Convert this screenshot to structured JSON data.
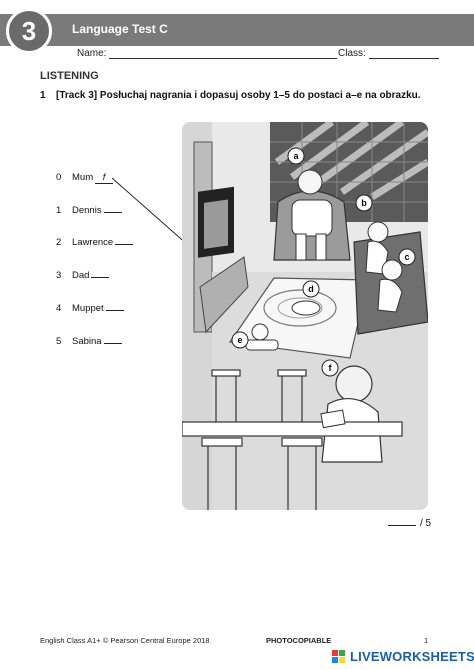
{
  "header": {
    "unit_number": "3",
    "title": "Language Test C"
  },
  "form": {
    "name_label": "Name:",
    "class_label": "Class:"
  },
  "section": {
    "heading": "LISTENING"
  },
  "task": {
    "number": "1",
    "instruction": "[Track 3] Posłuchaj nagrania i dopasuj osoby 1–5 do postaci a–e na obrazku."
  },
  "people": [
    {
      "num": "0",
      "name": "Mum",
      "answer": "f"
    },
    {
      "num": "1",
      "name": "Dennis",
      "answer": ""
    },
    {
      "num": "2",
      "name": "Lawrence",
      "answer": ""
    },
    {
      "num": "3",
      "name": "Dad",
      "answer": ""
    },
    {
      "num": "4",
      "name": "Muppet",
      "answer": ""
    },
    {
      "num": "5",
      "name": "Sabina",
      "answer": ""
    }
  ],
  "picture_labels": [
    "a",
    "b",
    "c",
    "d",
    "e",
    "f"
  ],
  "score": {
    "total": "/ 5"
  },
  "footer": {
    "copyright": "English Class A1+ © Pearson Central Europe 2018",
    "photocopiable": "PHOTOCOPIABLE",
    "page": "1"
  },
  "watermark": {
    "text": "LIVEWORKSHEETS"
  }
}
